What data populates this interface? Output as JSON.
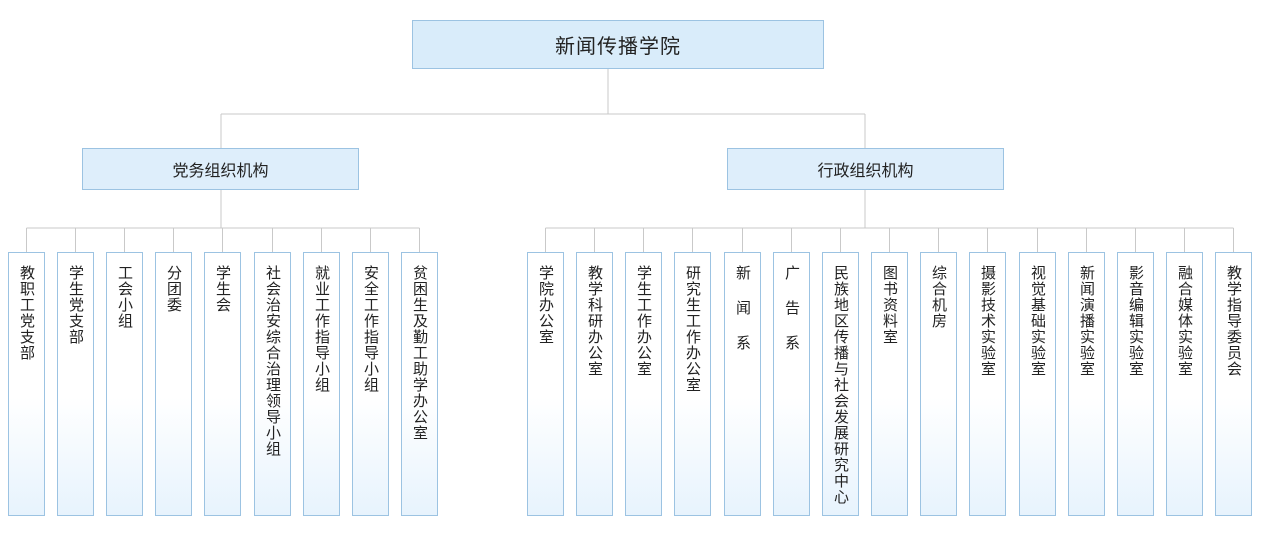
{
  "root": {
    "label": "新闻传播学院"
  },
  "branches": [
    {
      "label": "党务组织机构",
      "children": [
        "教职工党支部",
        "学生党支部",
        "工会小组",
        "分团委",
        "学生会",
        "社会治安综合治理领导小组",
        "就业工作指导小组",
        "安全工作指导小组",
        "贫困生及勤工助学办公室"
      ]
    },
    {
      "label": "行政组织机构",
      "children": [
        "学院办公室",
        "教学科研办公室",
        "学生工作办公室",
        "研究生工作办公室",
        "新 闻 系",
        "广 告 系",
        "民族地区传播与社会发展研究中心",
        "图书资料室",
        "综合机房",
        "摄影技术实验室",
        "视觉基础实验室",
        "新闻演播实验室",
        "影音编辑实验室",
        "融合媒体实验室",
        "教学指导委员会"
      ]
    }
  ]
}
